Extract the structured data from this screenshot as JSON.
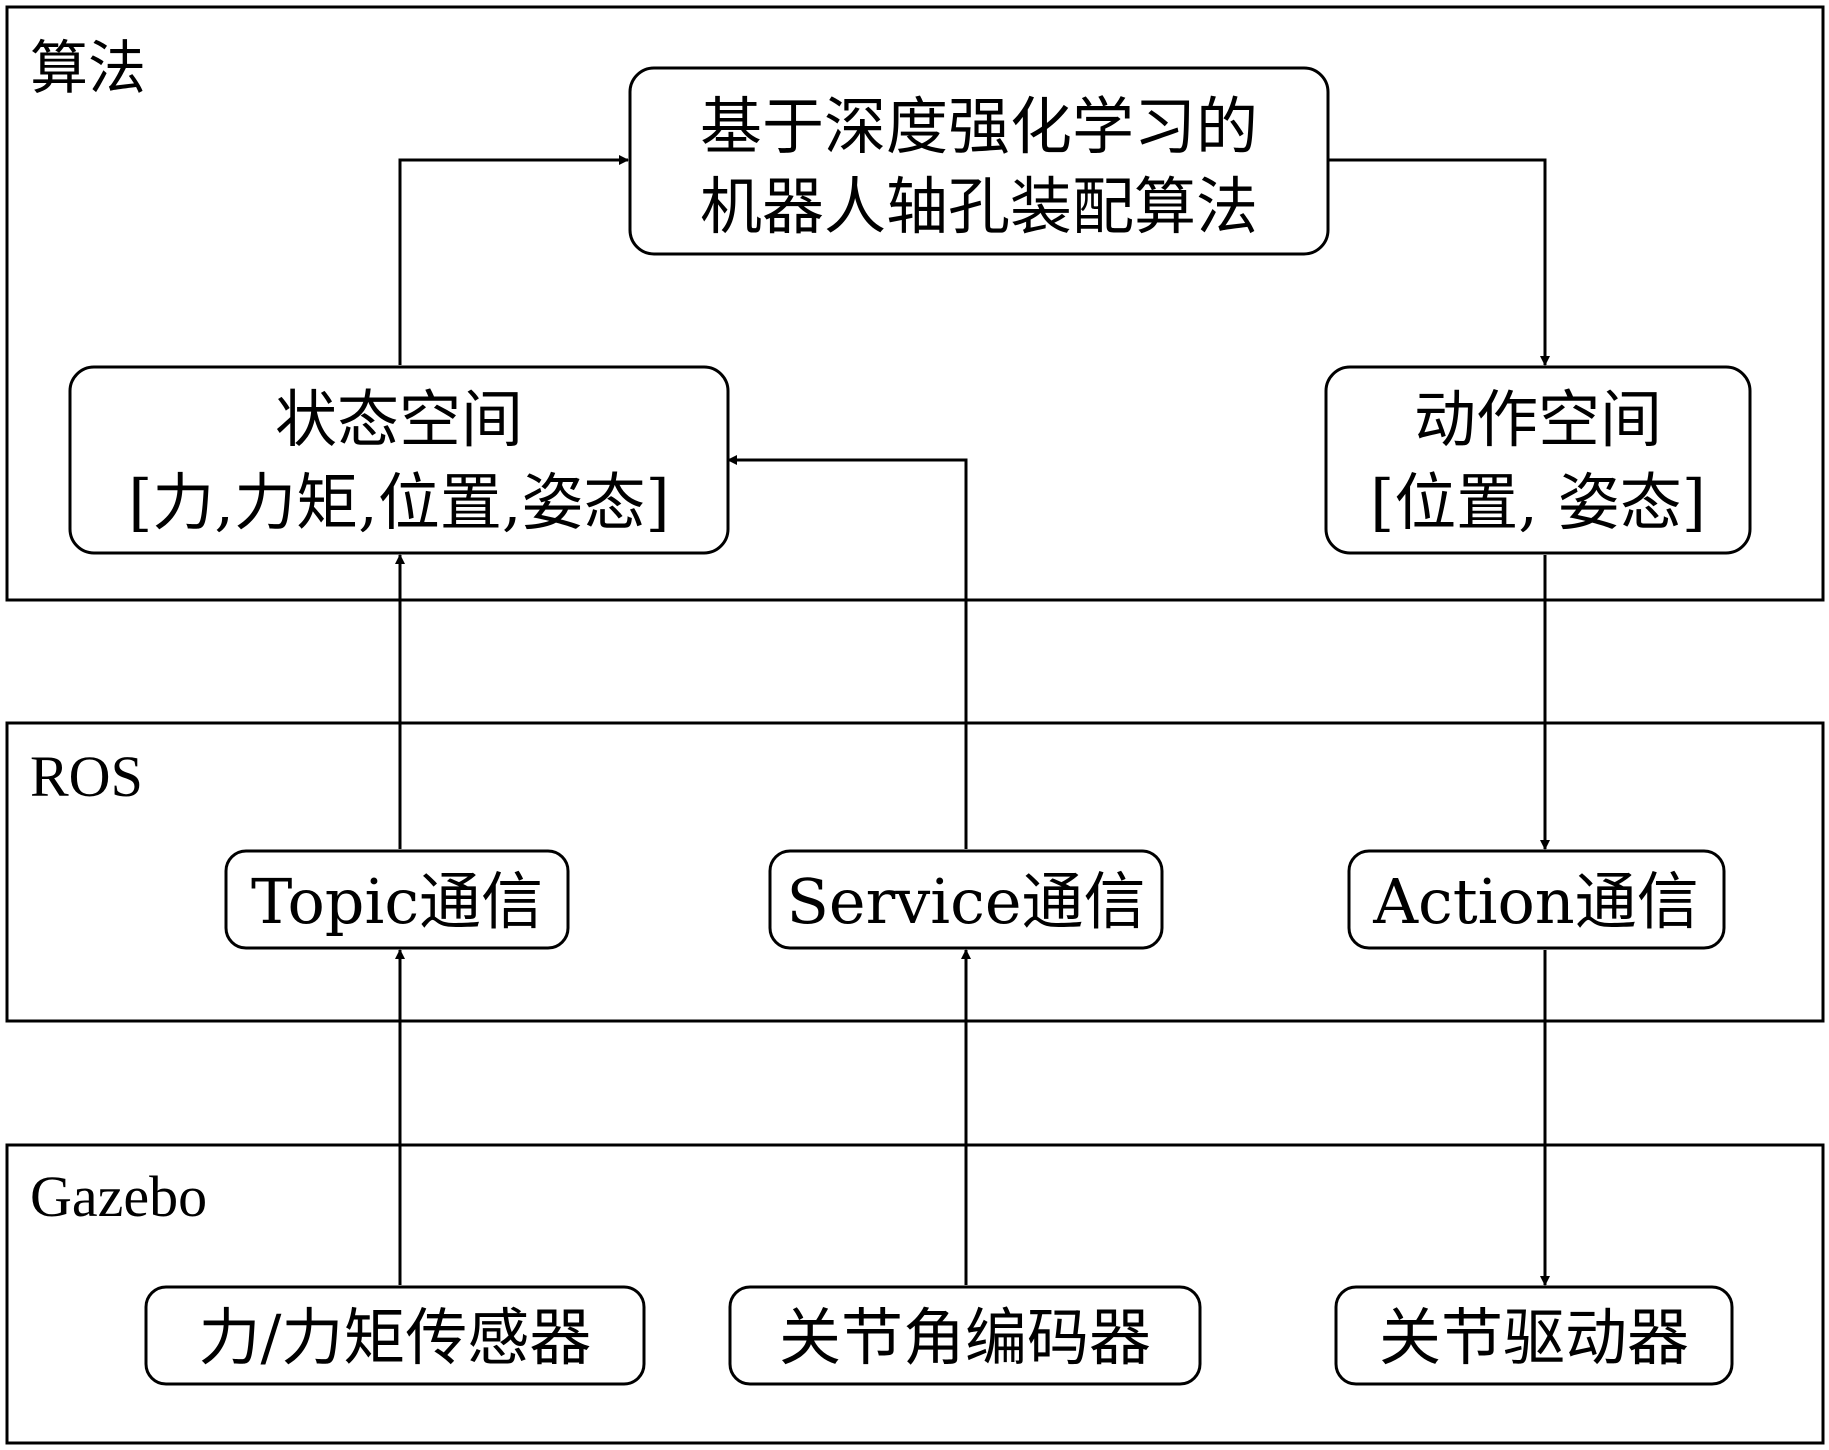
{
  "layers": {
    "algorithm": {
      "title": "算法"
    },
    "ros": {
      "title": "ROS"
    },
    "gazebo": {
      "title": "Gazebo"
    }
  },
  "nodes": {
    "algorithm_core": {
      "line1": "基于深度强化学习的",
      "line2": "机器人轴孔装配算法"
    },
    "state_space": {
      "line1": "状态空间",
      "line2": "[力,力矩,位置,姿态]"
    },
    "action_space": {
      "line1": "动作空间",
      "line2": "[位置, 姿态]"
    },
    "topic": {
      "label": "Topic通信"
    },
    "service": {
      "label": "Service通信"
    },
    "action": {
      "label": "Action通信"
    },
    "force_sensor": {
      "label": "力/力矩传感器"
    },
    "joint_encoder": {
      "label": "关节角编码器"
    },
    "joint_driver": {
      "label": "关节驱动器"
    }
  }
}
